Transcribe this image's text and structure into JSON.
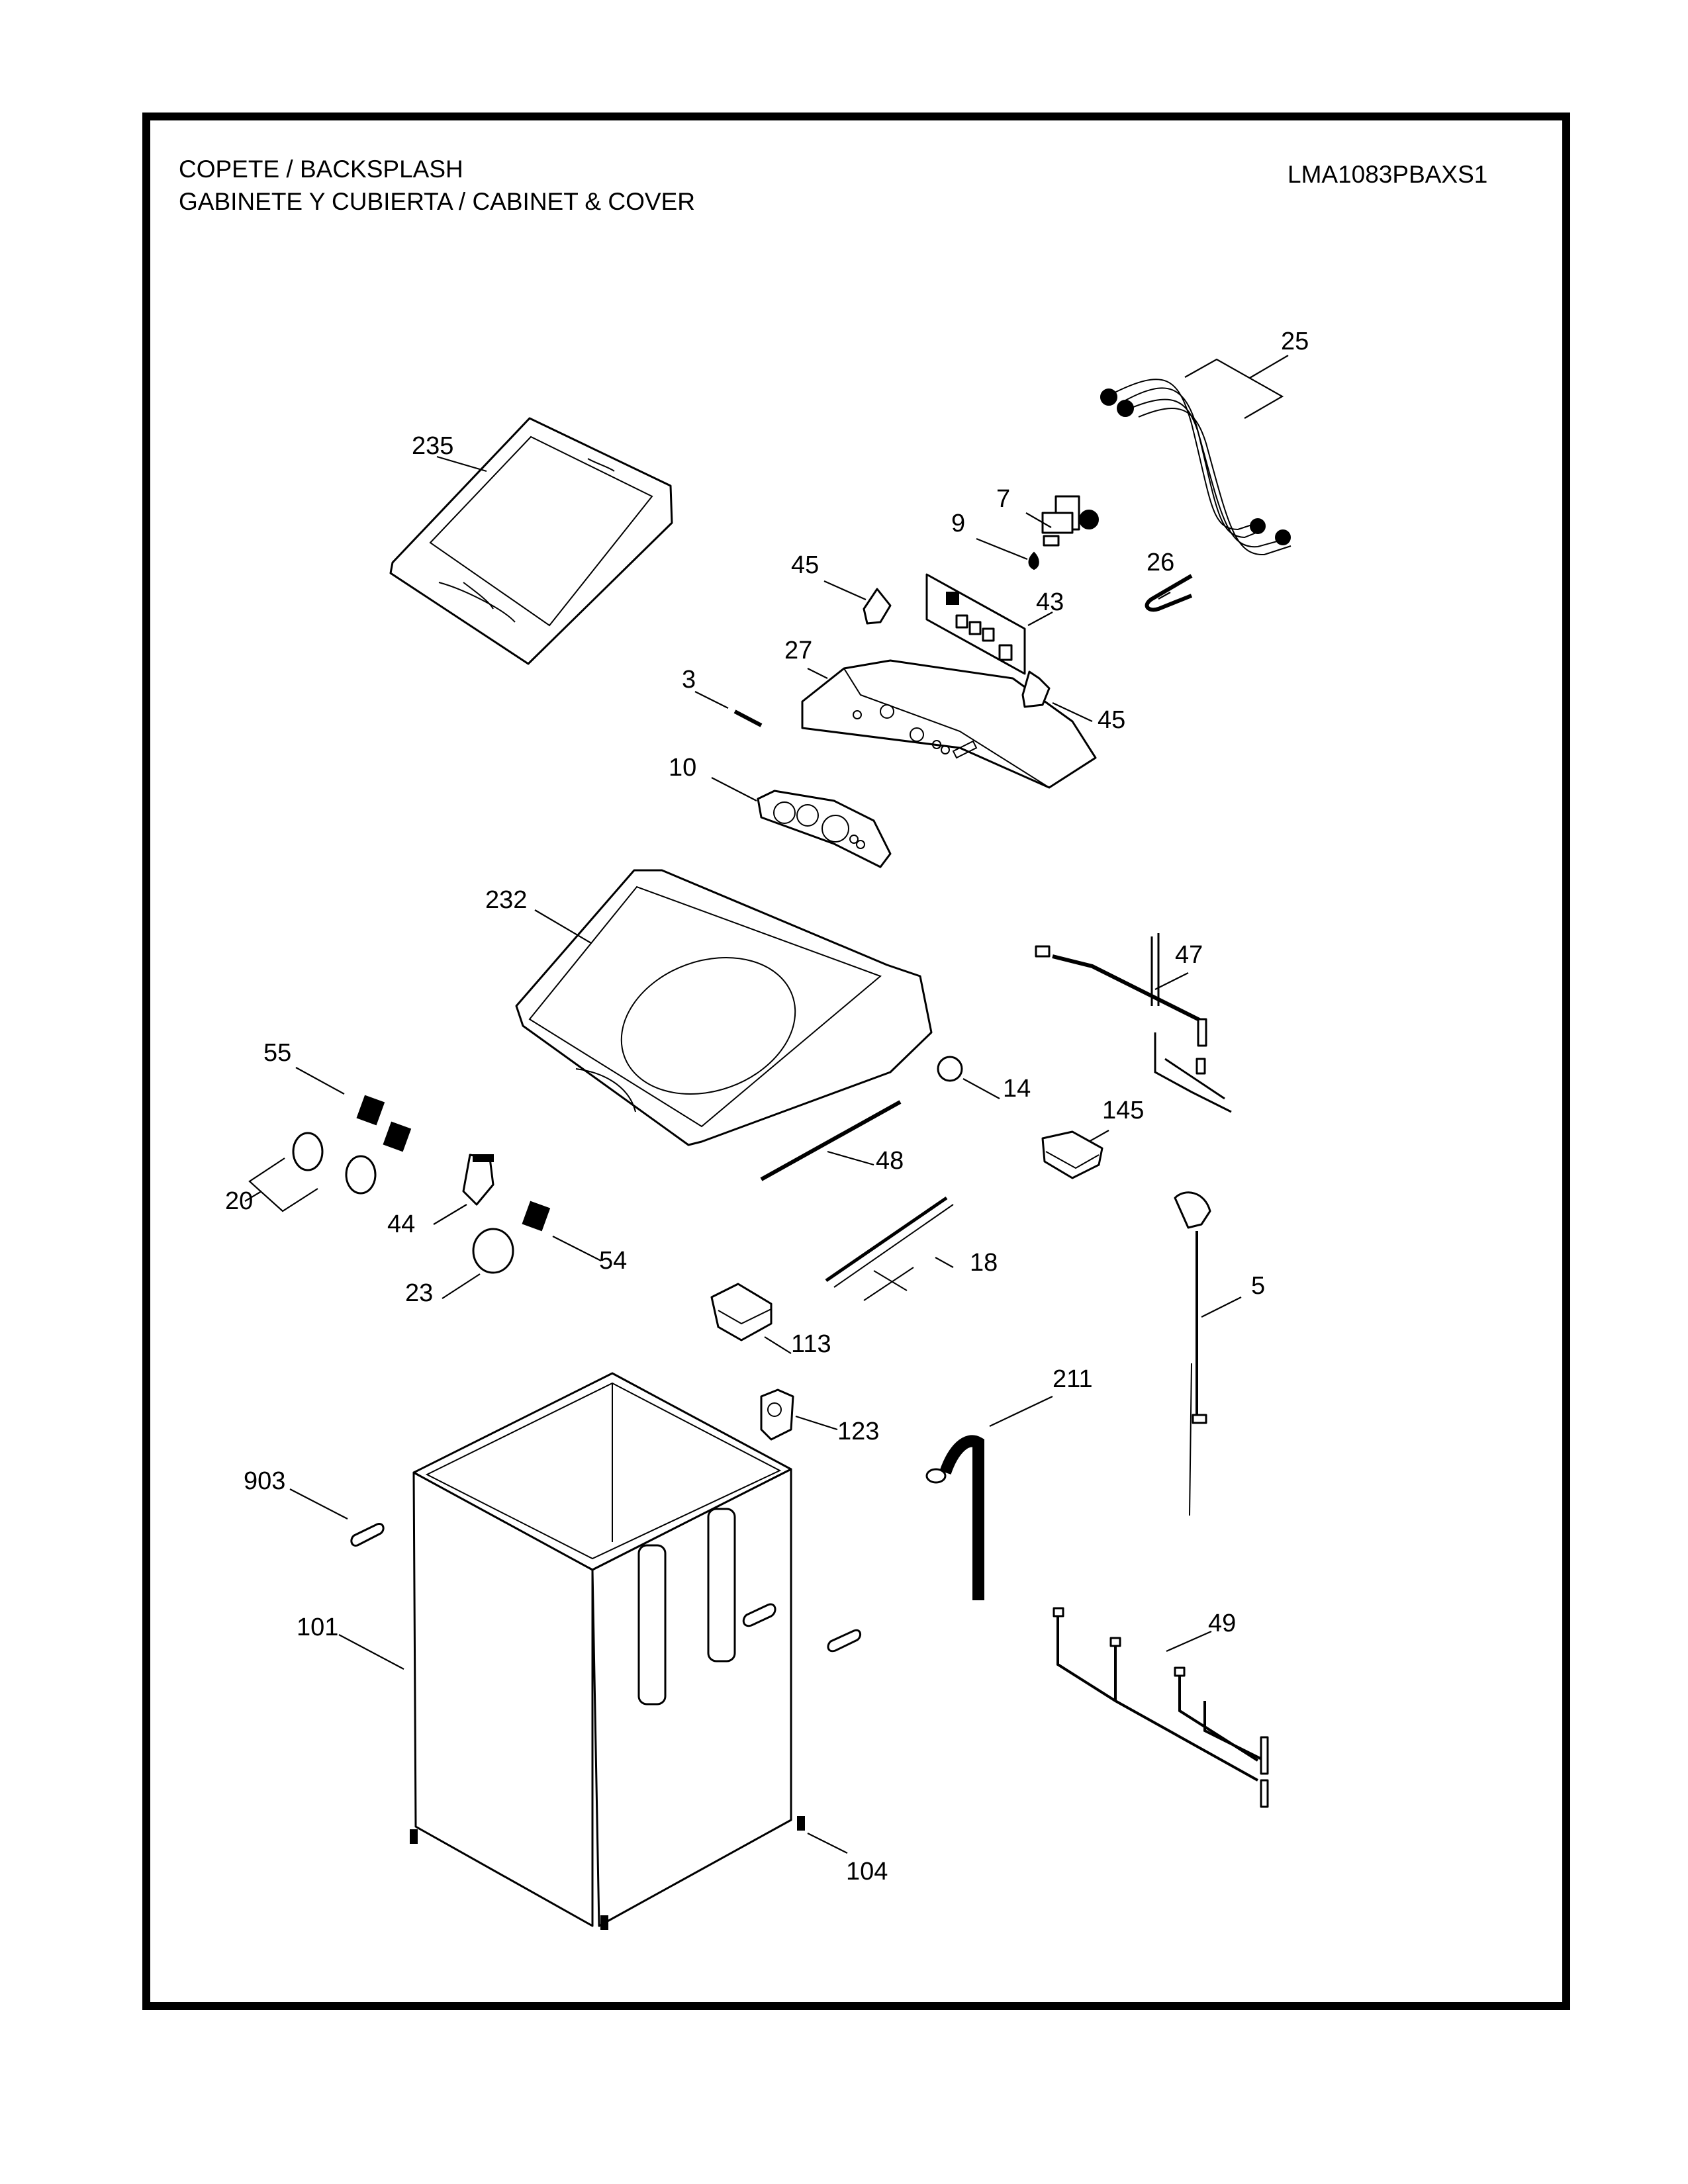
{
  "header": {
    "title_line1": "COPETE / BACKSPLASH",
    "title_line2": "GABINETE Y CUBIERTA / CABINET & COVER",
    "model_number": "LMA1083PBAXS1"
  },
  "colors": {
    "ink": "#000000",
    "background": "#ffffff"
  },
  "callouts": [
    {
      "id": "c25",
      "label": "25",
      "part": "inlet-hoses"
    },
    {
      "id": "c235",
      "label": "235",
      "part": "lid"
    },
    {
      "id": "c7",
      "label": "7",
      "part": "water-valve"
    },
    {
      "id": "c9",
      "label": "9",
      "part": "valve-clip"
    },
    {
      "id": "c45a",
      "label": "45",
      "part": "control-bracket-left"
    },
    {
      "id": "c43",
      "label": "43",
      "part": "control-board"
    },
    {
      "id": "c26",
      "label": "26",
      "part": "fill-tube"
    },
    {
      "id": "c27",
      "label": "27",
      "part": "console-backsplash"
    },
    {
      "id": "c3",
      "label": "3",
      "part": "nameplate"
    },
    {
      "id": "c45b",
      "label": "45",
      "part": "control-bracket-right"
    },
    {
      "id": "c10",
      "label": "10",
      "part": "control-panel-overlay"
    },
    {
      "id": "c232",
      "label": "232",
      "part": "top-cover"
    },
    {
      "id": "c47",
      "label": "47",
      "part": "wire-harness-upper"
    },
    {
      "id": "c55",
      "label": "55",
      "part": "selector-switches"
    },
    {
      "id": "c14",
      "label": "14",
      "part": "pressure-switch"
    },
    {
      "id": "c145",
      "label": "145",
      "part": "lid-lock"
    },
    {
      "id": "c48",
      "label": "48",
      "part": "pressure-hose"
    },
    {
      "id": "c20",
      "label": "20",
      "part": "selector-knobs"
    },
    {
      "id": "c44",
      "label": "44",
      "part": "push-button"
    },
    {
      "id": "c54",
      "label": "54",
      "part": "timer-switch"
    },
    {
      "id": "c18",
      "label": "18",
      "part": "wire-harness-top"
    },
    {
      "id": "c23",
      "label": "23",
      "part": "timer-knob"
    },
    {
      "id": "c5",
      "label": "5",
      "part": "power-cord"
    },
    {
      "id": "c113",
      "label": "113",
      "part": "terminal-block"
    },
    {
      "id": "c211",
      "label": "211",
      "part": "drain-hose"
    },
    {
      "id": "c123",
      "label": "123",
      "part": "hose-bracket"
    },
    {
      "id": "c903",
      "label": "903",
      "part": "handle-insert"
    },
    {
      "id": "c101",
      "label": "101",
      "part": "cabinet"
    },
    {
      "id": "c49",
      "label": "49",
      "part": "wire-harness-lower"
    },
    {
      "id": "c104",
      "label": "104",
      "part": "leveling-legs"
    }
  ]
}
